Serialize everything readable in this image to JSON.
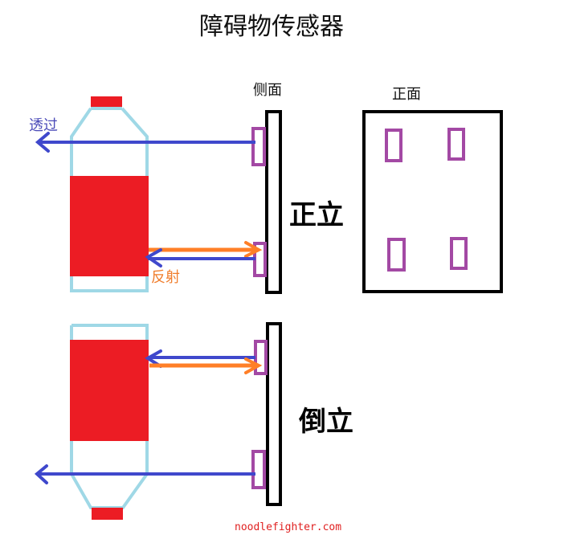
{
  "title": "障碍物传感器",
  "labels": {
    "side_view": "侧面",
    "front_view": "正面",
    "upright": "正立",
    "inverted": "倒立",
    "pass_through": "透过",
    "reflection": "反射"
  },
  "watermark": "noodlefighter.com",
  "colors": {
    "bottle_outline": "#9fd8e6",
    "bottle_label": "#ec1c24",
    "beam_pass": "#3f48cc",
    "beam_emit": "#ff7f27",
    "sensor": "#a349a4",
    "board": "#000000"
  }
}
